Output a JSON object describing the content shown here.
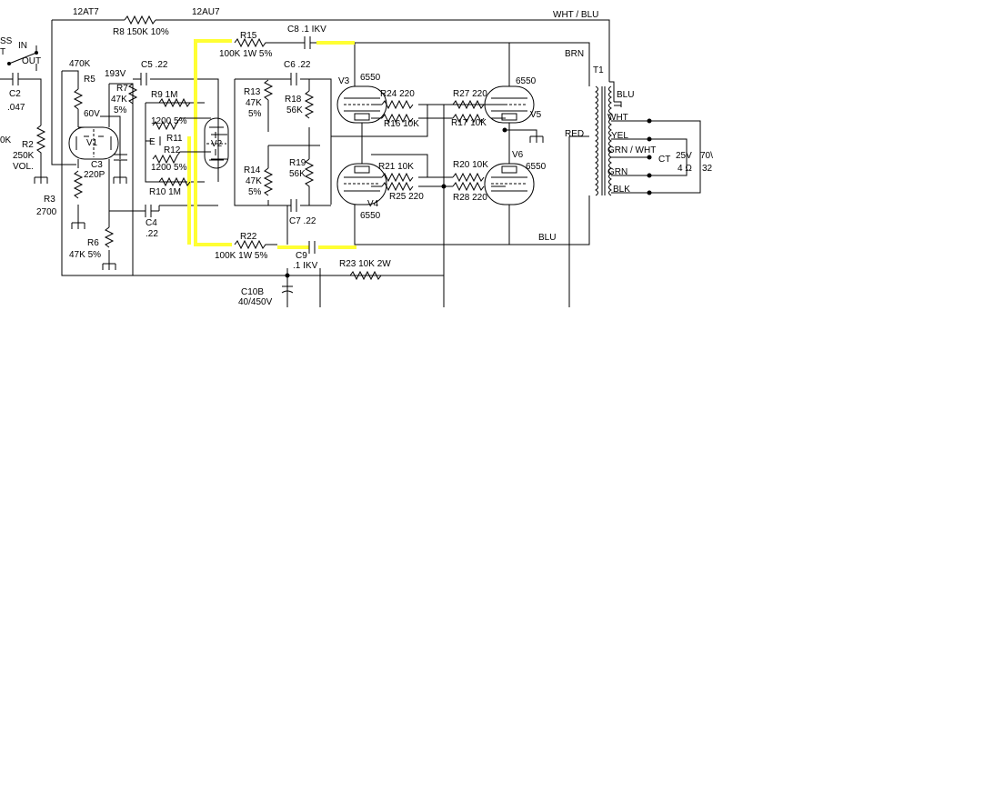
{
  "labels": {
    "tube_v1_type": "12AT7",
    "tube_v2_type": "12AU7",
    "r8": "R8 150K 10%",
    "wht_blu": "WHT / BLU",
    "sw_in": "IN",
    "sw_out": "OUT",
    "sw_left": "SS",
    "sw_left2": "T",
    "c2": "C2",
    "c2_val": ".047",
    "k_left": "0K",
    "r2": "R2",
    "r2_val": "250K",
    "vol": "VOL.",
    "r3": "R3",
    "r3_val": "2700",
    "r5_val": "470K",
    "r5": "R5",
    "v60": "60V",
    "v1": "V1",
    "c3": "C3",
    "c3_val": "220P",
    "r6": "R6",
    "r6_val": "47K 5%",
    "v193": "193V",
    "r7": "R7",
    "r7_val": "47K",
    "r7_tol": "5%",
    "c5": "C5 .22",
    "r9": "R9  1M",
    "r11a": "1200 5%",
    "r11": "R11",
    "r12": "R12",
    "r12a": "1200 5%",
    "r10": "R10  1M",
    "c4": "C4",
    "c4_val": ".22",
    "v2": "V2",
    "r15": "R15",
    "r15_val": "100K 1W 5%",
    "c8": "C8 .1 IKV",
    "c6": "C6 .22",
    "r13": "R13",
    "r13_val": "47K",
    "r13_tol": "5%",
    "r18": "R18",
    "r18_val": "56K",
    "r14": "R14",
    "r14_val": "47K",
    "r14_tol": "5%",
    "r19": "R19",
    "r19_val": "56K",
    "c7": "C7 .22",
    "r22": "R22",
    "r22_val": "100K 1W 5%",
    "c9": "C9",
    "c9_val": ".1 IKV",
    "c10b": "C10B",
    "c10b_val": "40/450V",
    "r23": "R23 10K 2W",
    "v3": "V3",
    "v3_type": "6550",
    "v4": "V4",
    "v4_type": "6550",
    "v5": "V5",
    "v5_type": "6550",
    "v6": "V6",
    "v6_type": "6550",
    "r24": "R24 220",
    "r16": "R16 10K",
    "r27": "R27 220",
    "r17": "R17 10K",
    "r21": "R21 10K",
    "r25": "R25 220",
    "r20": "R20 10K",
    "r28": "R28 220",
    "brn": "BRN",
    "red": "RED",
    "blu_bottom": "BLU",
    "t1": "T1",
    "blu": "BLU",
    "wht": "WHT",
    "yel": "YEL",
    "grn_wht": "GRN / WHT",
    "ct": "CT",
    "grn": "GRN",
    "blk": "BLK",
    "v25": "25V",
    "ohm4": "4 Ω",
    "v70": "70\\",
    "n32": "32",
    "e_mark": "E"
  }
}
